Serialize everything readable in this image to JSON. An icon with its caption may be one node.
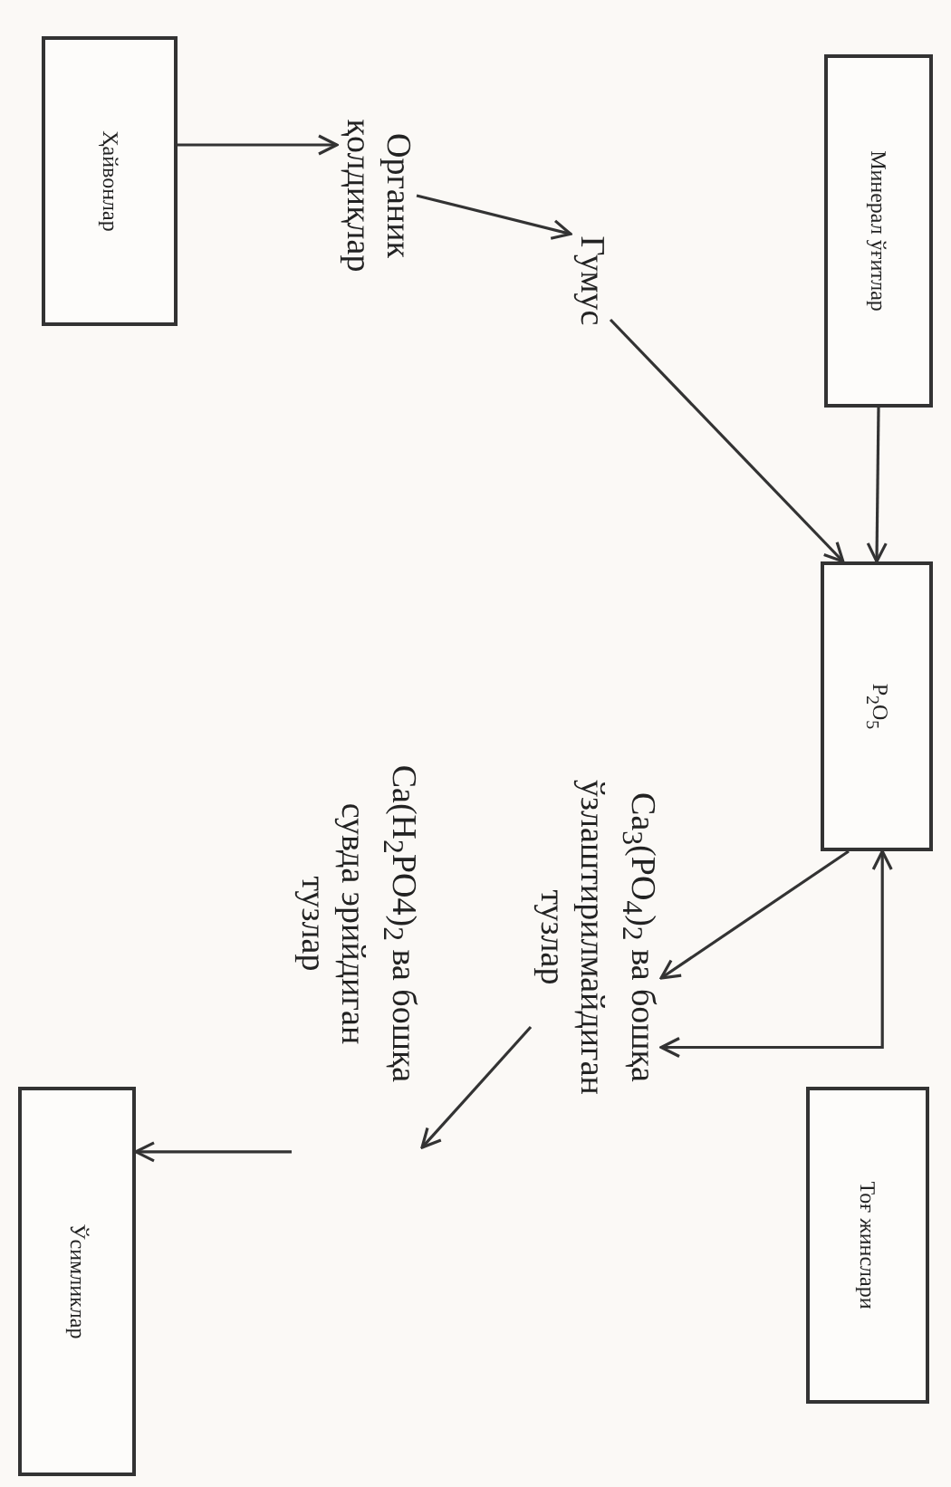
{
  "diagram": {
    "nodes": [
      {
        "text": [
          "Минерал ўғитлар"
        ]
      },
      {
        "text": [
          "P$_{2}$O$_{5}$"
        ]
      },
      {
        "text": [
          "Тоғ жинслари"
        ]
      },
      {
        "text": [
          "Гумус"
        ]
      },
      {
        "text": [
          "Ca$_{3}$(PO$_{4}$)$_{2}$ ва бошқа ўзлаштирилмайдиган тузлар"
        ]
      },
      {
        "text": [
          "Органик қолдиқлар"
        ]
      },
      {
        "text": [
          "Ca(H$_{2}$PO4)$_{2}$ ва бошқа сувда эрийдиган тузлар"
        ]
      },
      {
        "text": [
          "Ҳайвонлар"
        ]
      },
      {
        "text": [
          "Ўсимликлар"
        ]
      }
    ],
    "edges": [
      {
        "from": 0,
        "to": 1,
        "arrow": "to"
      },
      {
        "from": 3,
        "to": 1,
        "arrow": "to"
      },
      {
        "from": 7,
        "to": 5,
        "arrow": "to"
      },
      {
        "from": 5,
        "to": 3,
        "arrow": "to"
      },
      {
        "from": 1,
        "to": 4,
        "arrow": "to"
      },
      {
        "from": 4,
        "to": 1,
        "arrow": "both"
      },
      {
        "from": 4,
        "to": 6,
        "arrow": "to"
      },
      {
        "from": 6,
        "to": 8,
        "arrow": "to"
      }
    ]
  }
}
